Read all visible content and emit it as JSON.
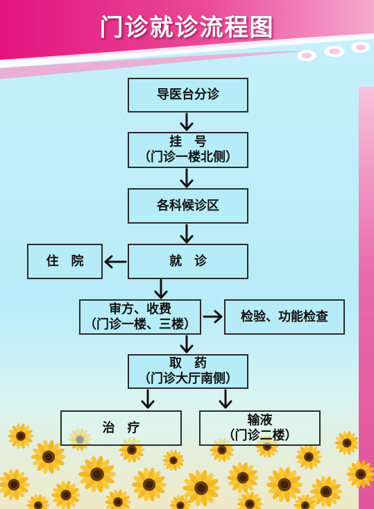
{
  "title": "门诊就诊流程图",
  "steps": {
    "triage": {
      "line1": "导医台分诊"
    },
    "register": {
      "line1": "挂　号",
      "line2": "（门诊一楼北侧）"
    },
    "waiting": {
      "line1": "各科候诊区"
    },
    "consult": {
      "line1": "就　诊"
    },
    "hospitalize": {
      "line1": "住　院"
    },
    "payment": {
      "line1": "审方、收费",
      "line2": "（门诊一楼、三楼）"
    },
    "exam": {
      "line1": "检验、功能检查"
    },
    "pharmacy": {
      "line1": "取　药",
      "line2": "（门诊大厅南侧）"
    },
    "treatment": {
      "line1": "治　疗"
    },
    "infusion": {
      "line1": "输液",
      "line2": "（门诊二楼）"
    }
  },
  "colors": {
    "brand_pink": "#e3137d",
    "box_fill": "#b6ecf7",
    "background": "#c8f0fb"
  },
  "icons": {
    "arrow": "arrow-icon",
    "decoration": "sunflower-field"
  }
}
